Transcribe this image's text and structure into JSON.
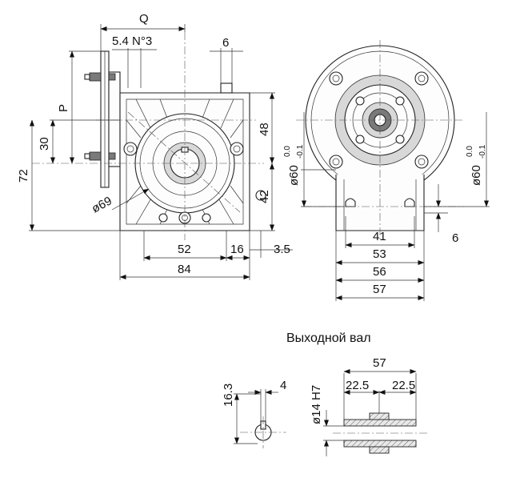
{
  "labels": {
    "q": "Q",
    "thread": "5.4 N°3",
    "top_six": "6",
    "p": "P",
    "d30": "30",
    "d72": "72",
    "d48": "48",
    "d42": "42",
    "d69": "ø69",
    "d52": "52",
    "d16": "16",
    "d35": "3.5",
    "d84": "84",
    "d60_left": "ø60",
    "d60_right": "ø60",
    "tol_upper": "0.0",
    "tol_lower": "-0.1",
    "d41": "41",
    "d53": "53",
    "d56": "56",
    "d57": "57",
    "side_six": "6",
    "section_title": "Выходной вал",
    "k163": "16.3",
    "k4": "4",
    "s57": "57",
    "s225_left": "22.5",
    "s225_right": "22.5",
    "s14": "ø14 H7"
  }
}
